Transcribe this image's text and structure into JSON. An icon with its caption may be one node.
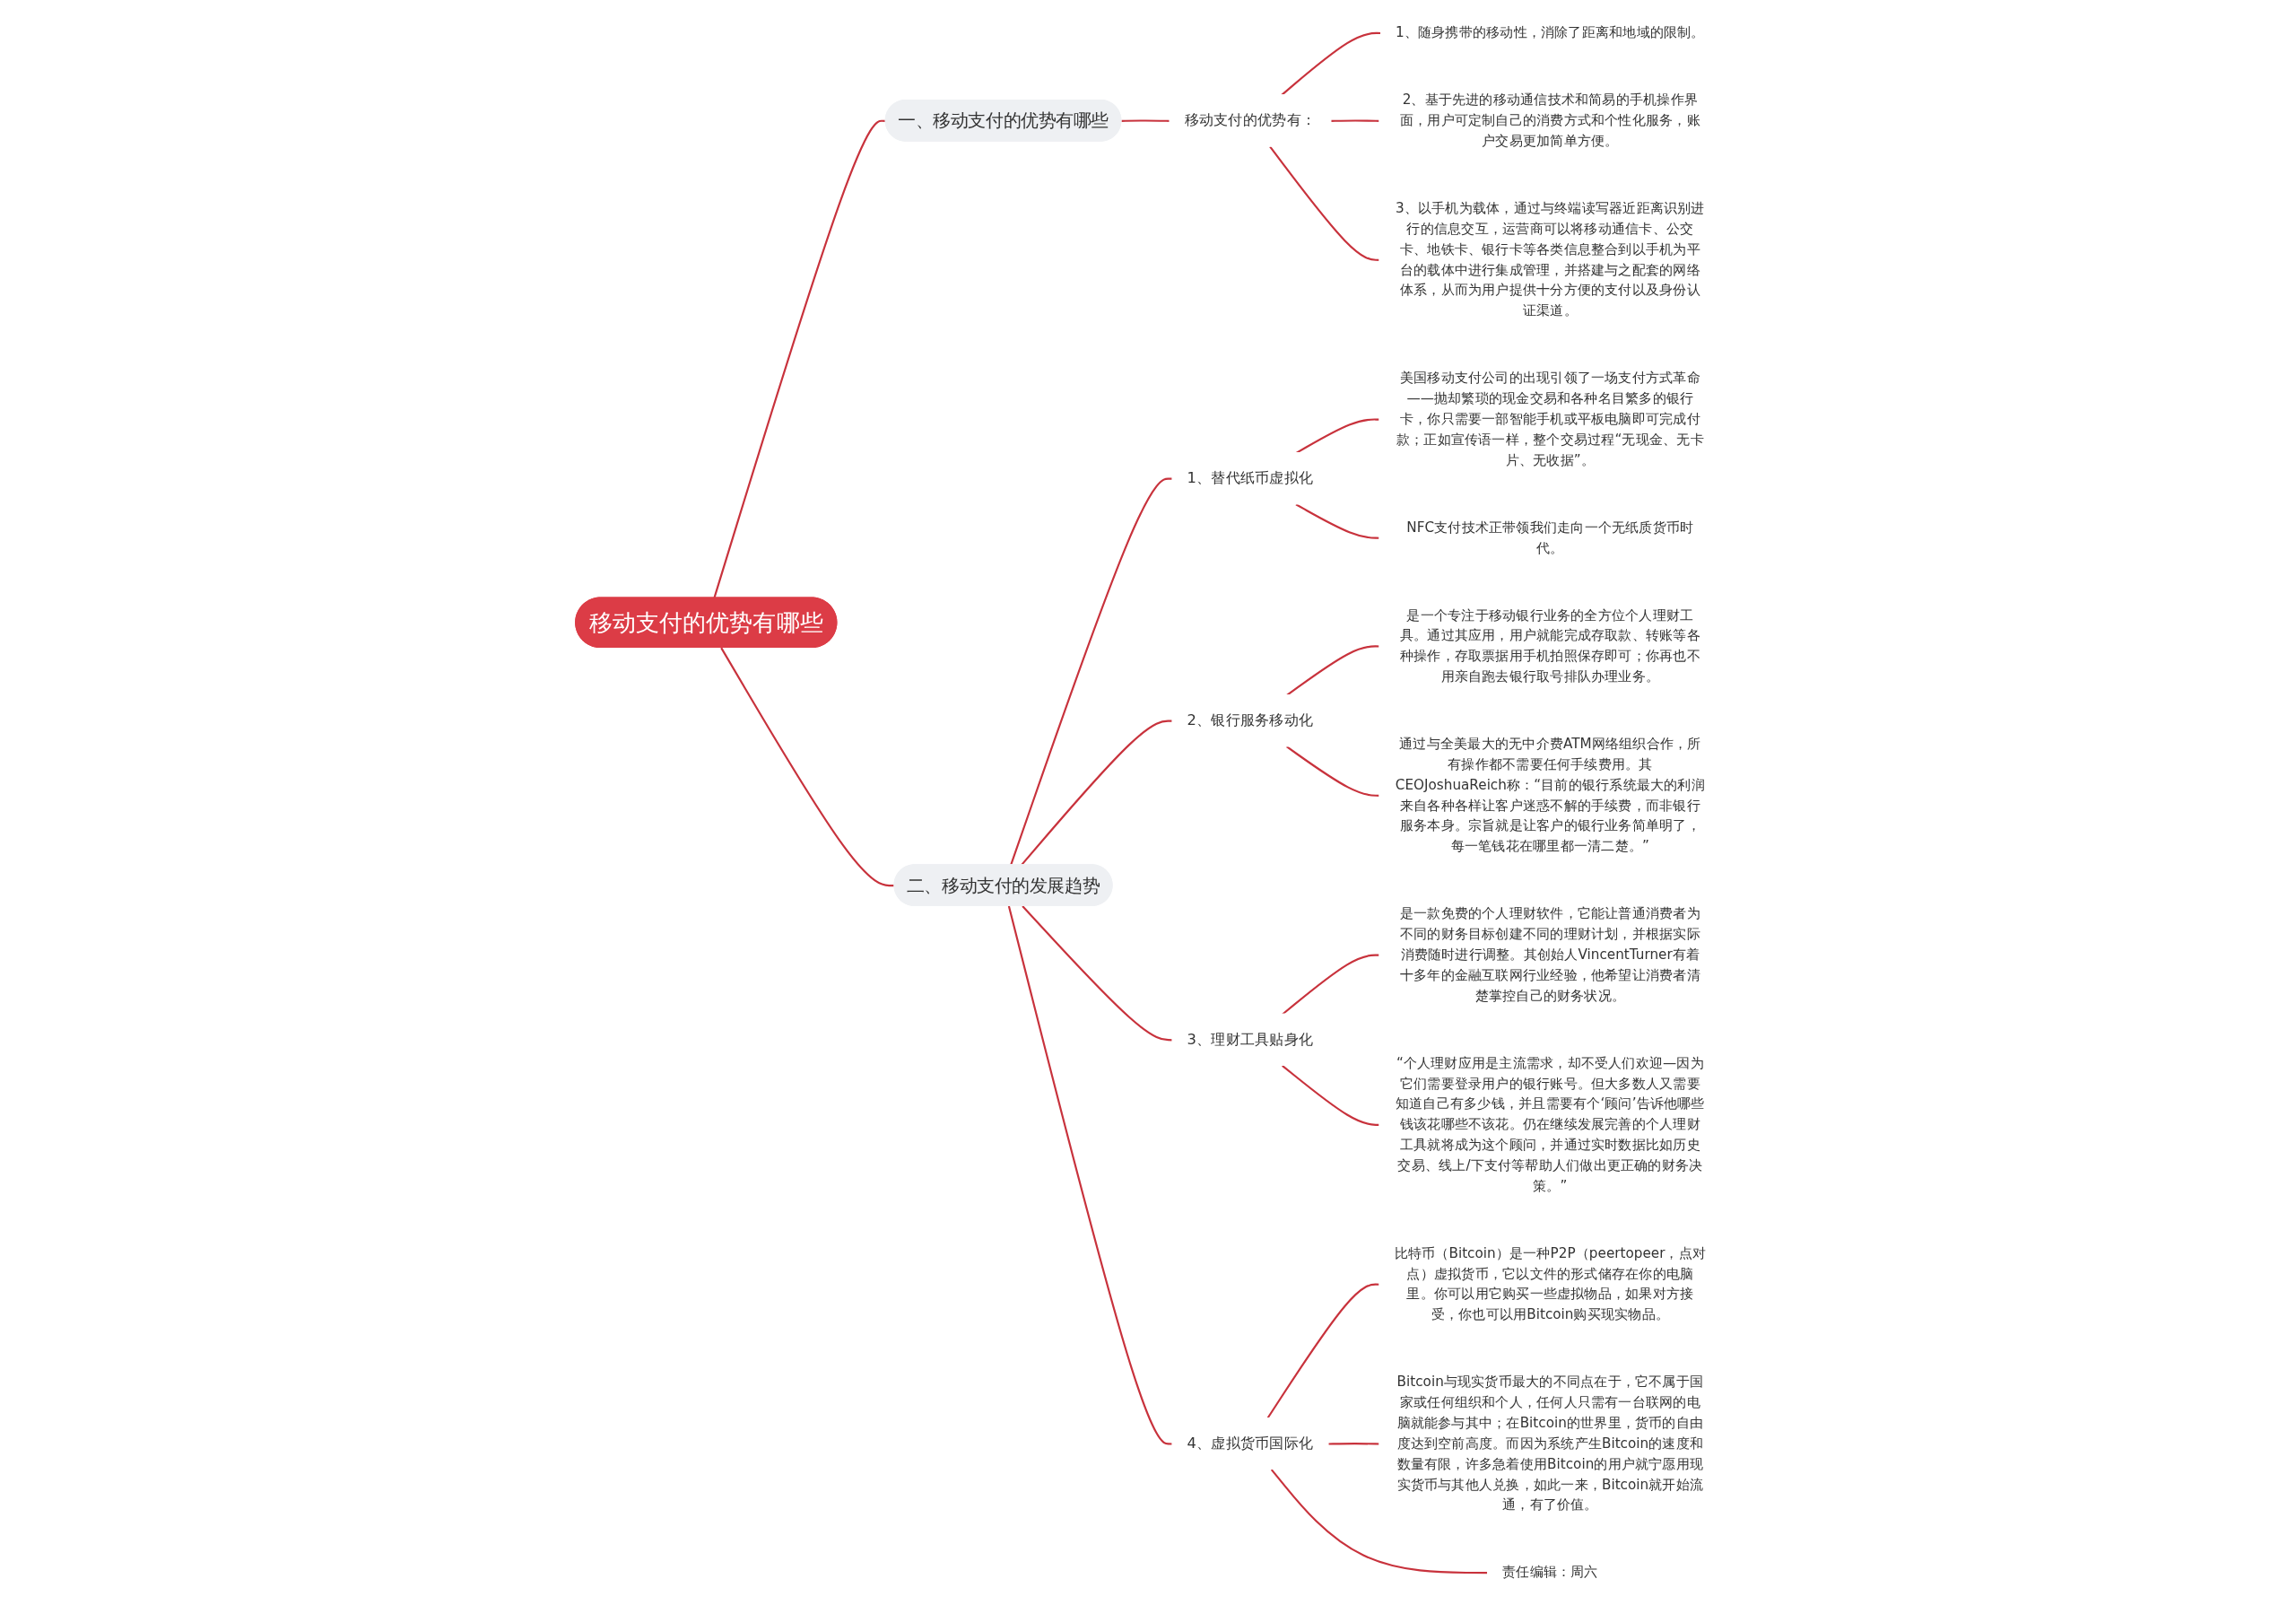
{
  "diagram": {
    "nodes": [
      {
        "text": [
          "移动支付的优势有哪些"
        ]
      },
      {
        "text": [
          "一、移动支付的优势有哪些"
        ]
      },
      {
        "text": [
          "移动支付的优势有："
        ]
      },
      {
        "text": [
          "1、随身携带的移动性，消除了距离和地域的限制。"
        ]
      },
      {
        "text": [
          "2、基于先进的移动通信技术和简易的手机操作界面，用户可定制自己的消费方式和个性化服务，账户交易更加简单方便。"
        ]
      },
      {
        "text": [
          "3、以手机为载体，通过与终端读写器近距离识别进行的信息交互，运营商可以将移动通信卡、公交卡、地铁卡、银行卡等各类信息整合到以手机为平台的载体中进行集成管理，并搭建与之配套的网络体系，从而为用户提供十分方便的支付以及身份认证渠道。"
        ]
      },
      {
        "text": [
          "二、移动支付的发展趋势"
        ]
      },
      {
        "text": [
          "1、替代纸币虚拟化"
        ]
      },
      {
        "text": [
          "美国移动支付公司的出现引领了一场支付方式革命——抛却繁琐的现金交易和各种名目繁多的银行卡，你只需要一部智能手机或平板电脑即可完成付款；正如宣传语一样，整个交易过程“无现金、无卡片、无收据”。"
        ]
      },
      {
        "text": [
          "NFC支付技术正带领我们走向一个无纸质货币时代。"
        ]
      },
      {
        "text": [
          "2、银行服务移动化"
        ]
      },
      {
        "text": [
          "是一个专注于移动银行业务的全方位个人理财工具。通过其应用，用户就能完成存取款、转账等各种操作，存取票据用手机拍照保存即可；你再也不用亲自跑去银行取号排队办理业务。"
        ]
      },
      {
        "text": [
          "通过与全美最大的无中介费ATM网络组织合作，所有操作都不需要任何手续费用。其CEOJoshuaReich称：“目前的银行系统最大的利润来自各种各样让客户迷惑不解的手续费，而非银行服务本身。宗旨就是让客户的银行业务简单明了，每一笔钱花在哪里都一清二楚。”"
        ]
      },
      {
        "text": [
          "3、理财工具贴身化"
        ]
      },
      {
        "text": [
          "是一款免费的个人理财软件，它能让普通消费者为不同的财务目标创建不同的理财计划，并根据实际消费随时进行调整。其创始人VincentTurner有着十多年的金融互联网行业经验，他希望让消费者清楚掌控自己的财务状况。"
        ]
      },
      {
        "text": [
          "“个人理财应用是主流需求，却不受人们欢迎—因为它们需要登录用户的银行账号。但大多数人又需要知道自己有多少钱，并且需要有个‘顾问’告诉他哪些钱该花哪些不该花。仍在继续发展完善的个人理财工具就将成为这个顾问，并通过实时数据比如历史交易、线上/下支付等帮助人们做出更正确的财务决策。”"
        ]
      },
      {
        "text": [
          "4、虚拟货币国际化"
        ]
      },
      {
        "text": [
          "比特币（Bitcoin）是一种P2P（peertopeer，点对点）虚拟货币，它以文件的形式储存在你的电脑里。你可以用它购买一些虚拟物品，如果对方接受，你也可以用Bitcoin购买现实物品。"
        ]
      },
      {
        "text": [
          "Bitcoin与现实货币最大的不同点在于，它不属于国家或任何组织和个人，任何人只需有一台联网的电脑就能参与其中；在Bitcoin的世界里，货币的自由度达到空前高度。而因为系统产生Bitcoin的速度和数量有限，许多急着使用Bitcoin的用户就宁愿用现实货币与其他人兑换，如此一来，Bitcoin就开始流通，有了价值。"
        ]
      },
      {
        "text": [
          "责任编辑：周六"
        ]
      }
    ],
    "edges": [
      {
        "from": 0,
        "to": 1,
        "arrow": "none"
      },
      {
        "from": 1,
        "to": 2,
        "arrow": "none"
      },
      {
        "from": 2,
        "to": 3,
        "arrow": "none"
      },
      {
        "from": 2,
        "to": 4,
        "arrow": "none"
      },
      {
        "from": 2,
        "to": 5,
        "arrow": "none"
      },
      {
        "from": 0,
        "to": 6,
        "arrow": "none"
      },
      {
        "from": 6,
        "to": 7,
        "arrow": "none"
      },
      {
        "from": 7,
        "to": 8,
        "arrow": "none"
      },
      {
        "from": 7,
        "to": 9,
        "arrow": "none"
      },
      {
        "from": 6,
        "to": 10,
        "arrow": "none"
      },
      {
        "from": 10,
        "to": 11,
        "arrow": "none"
      },
      {
        "from": 10,
        "to": 12,
        "arrow": "none"
      },
      {
        "from": 6,
        "to": 13,
        "arrow": "none"
      },
      {
        "from": 13,
        "to": 14,
        "arrow": "none"
      },
      {
        "from": 13,
        "to": 15,
        "arrow": "none"
      },
      {
        "from": 6,
        "to": 16,
        "arrow": "none"
      },
      {
        "from": 16,
        "to": 17,
        "arrow": "none"
      },
      {
        "from": 16,
        "to": 18,
        "arrow": "none"
      },
      {
        "from": 16,
        "to": 19,
        "arrow": "none"
      }
    ]
  }
}
